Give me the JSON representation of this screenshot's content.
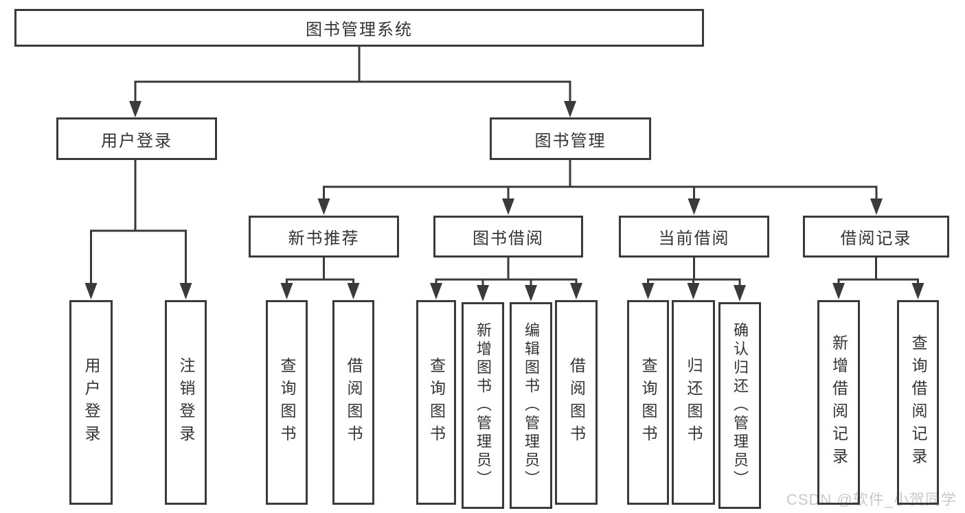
{
  "meta": {
    "background_color": "#ffffff",
    "line_color": "#3a3a3a",
    "text_color": "#333333",
    "watermark_color": "#c9c9c9"
  },
  "watermark": "CSDN @软件_小贺同学",
  "tree": {
    "label": "图书管理系统",
    "children": [
      {
        "label": "用户登录",
        "children": [
          {
            "label": "用户登录"
          },
          {
            "label": "注销登录"
          }
        ]
      },
      {
        "label": "图书管理",
        "children": [
          {
            "label": "新书推荐",
            "children": [
              {
                "label": "查询图书"
              },
              {
                "label": "借阅图书"
              }
            ]
          },
          {
            "label": "图书借阅",
            "children": [
              {
                "label": "查询图书"
              },
              {
                "label": "新增图书（管理员）"
              },
              {
                "label": "编辑图书（管理员）"
              },
              {
                "label": "借阅图书"
              }
            ]
          },
          {
            "label": "当前借阅",
            "children": [
              {
                "label": "查询图书"
              },
              {
                "label": "归还图书"
              },
              {
                "label": "确认归还（管理员）"
              }
            ]
          },
          {
            "label": "借阅记录",
            "children": [
              {
                "label": "新增借阅记录"
              },
              {
                "label": "查询借阅记录"
              }
            ]
          }
        ]
      }
    ]
  }
}
